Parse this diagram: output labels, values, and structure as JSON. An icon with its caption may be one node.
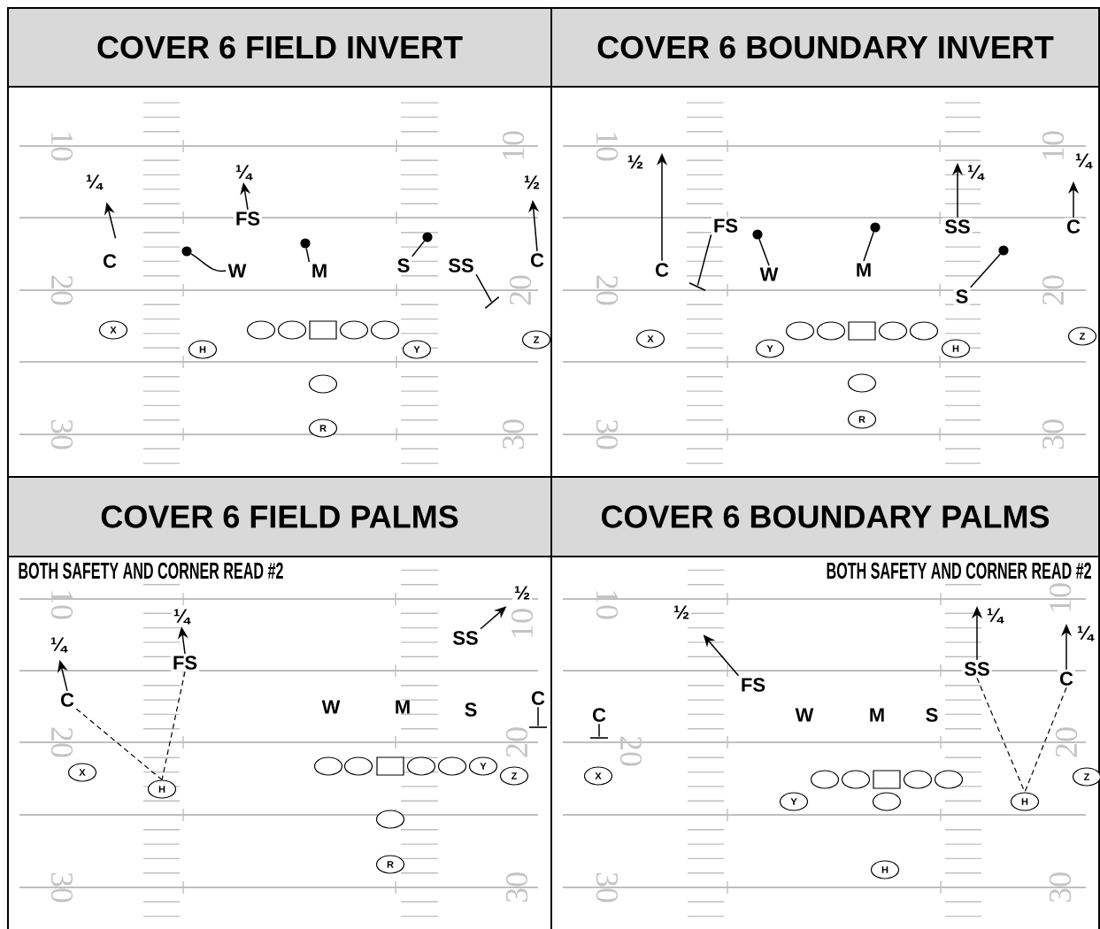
{
  "diagram": {
    "nodes": [
      {
        "text": [
          "COVER 6 FIELD INVERT"
        ]
      },
      {
        "text": [
          "C"
        ],
        "in": 0
      },
      {
        "text": [
          "FS"
        ],
        "in": 0
      },
      {
        "text": [
          "W"
        ],
        "in": 0
      },
      {
        "text": [
          "M"
        ],
        "in": 0
      },
      {
        "text": [
          "S"
        ],
        "in": 0
      },
      {
        "text": [
          "SS"
        ],
        "in": 0
      },
      {
        "text": [
          "C"
        ],
        "in": 0
      },
      {
        "text": [
          "X"
        ],
        "in": 0
      },
      {
        "text": [
          "H"
        ],
        "in": 0
      },
      {
        "text": [],
        "shape": "oval",
        "in": 0
      },
      {
        "text": [],
        "shape": "oval",
        "in": 0
      },
      {
        "text": [],
        "shape": "box",
        "in": 0
      },
      {
        "text": [],
        "shape": "oval",
        "in": 0
      },
      {
        "text": [],
        "shape": "oval",
        "in": 0
      },
      {
        "text": [
          "Y"
        ],
        "in": 0
      },
      {
        "text": [
          "Z"
        ],
        "in": 0
      },
      {
        "text": [],
        "shape": "oval",
        "in": 0
      },
      {
        "text": [
          "R"
        ],
        "in": 0
      },
      {
        "text": [
          "COVER 6 BOUNDARY INVERT"
        ]
      },
      {
        "text": [
          "C"
        ],
        "in": 19
      },
      {
        "text": [
          "FS"
        ],
        "in": 19
      },
      {
        "text": [
          "W"
        ],
        "in": 19
      },
      {
        "text": [
          "M"
        ],
        "in": 19
      },
      {
        "text": [
          "SS"
        ],
        "in": 19
      },
      {
        "text": [
          "C"
        ],
        "in": 19
      },
      {
        "text": [
          "S"
        ],
        "in": 19
      },
      {
        "text": [
          "X"
        ],
        "in": 19
      },
      {
        "text": [
          "Y"
        ],
        "in": 19
      },
      {
        "text": [],
        "shape": "oval",
        "in": 19
      },
      {
        "text": [],
        "shape": "oval",
        "in": 19
      },
      {
        "text": [],
        "shape": "box",
        "in": 19
      },
      {
        "text": [],
        "shape": "oval",
        "in": 19
      },
      {
        "text": [],
        "shape": "oval",
        "in": 19
      },
      {
        "text": [
          "H"
        ],
        "in": 19
      },
      {
        "text": [
          "Z"
        ],
        "in": 19
      },
      {
        "text": [],
        "shape": "oval",
        "in": 19
      },
      {
        "text": [
          "R"
        ],
        "in": 19
      },
      {
        "text": [
          "COVER 6 FIELD PALMS",
          "BOTH SAFETY AND CORNER READ #2"
        ]
      },
      {
        "text": [
          "FS"
        ],
        "in": 38
      },
      {
        "text": [
          "SS"
        ],
        "in": 38
      },
      {
        "text": [
          "C"
        ],
        "in": 38
      },
      {
        "text": [
          "C"
        ],
        "in": 38
      },
      {
        "text": [
          "X"
        ],
        "in": 38
      },
      {
        "text": [
          "H"
        ],
        "in": 38
      },
      {
        "text": [],
        "shape": "oval",
        "in": 38
      },
      {
        "text": [],
        "shape": "oval",
        "in": 38
      },
      {
        "text": [],
        "shape": "box",
        "in": 38
      },
      {
        "text": [],
        "shape": "oval",
        "in": 38
      },
      {
        "text": [],
        "shape": "oval",
        "in": 38
      },
      {
        "text": [
          "Y"
        ],
        "in": 38
      },
      {
        "text": [
          "Z"
        ],
        "in": 38
      },
      {
        "text": [],
        "shape": "oval",
        "in": 38
      },
      {
        "text": [
          "R"
        ],
        "in": 38
      },
      {
        "text": [
          "COVER 6 BOUNDARY PALMS",
          "BOTH SAFETY AND CORNER READ #2"
        ]
      },
      {
        "text": [
          "FS"
        ],
        "in": 54
      },
      {
        "text": [
          "SS"
        ],
        "in": 54
      },
      {
        "text": [
          "C"
        ],
        "in": 54
      },
      {
        "text": [
          "C"
        ],
        "in": 54
      },
      {
        "text": [
          "X"
        ],
        "in": 54
      },
      {
        "text": [],
        "shape": "oval",
        "in": 54
      },
      {
        "text": [],
        "shape": "oval",
        "in": 54
      },
      {
        "text": [],
        "shape": "box",
        "in": 54
      },
      {
        "text": [],
        "shape": "oval",
        "in": 54
      },
      {
        "text": [],
        "shape": "oval",
        "in": 54
      },
      {
        "text": [
          "Z"
        ],
        "in": 54
      },
      {
        "text": [
          "Y"
        ],
        "in": 54
      },
      {
        "text": [],
        "shape": "oval",
        "in": 54
      },
      {
        "text": [
          "H"
        ],
        "in": 54
      },
      {
        "text": [
          "H"
        ],
        "in": 54
      },
      {
        "text": [
          "¼"
        ],
        "in": 0
      },
      {
        "text": [
          "¼"
        ],
        "in": 0
      },
      {
        "text": [
          "½"
        ],
        "in": 0
      },
      {
        "text": [
          "½"
        ],
        "in": 19
      },
      {
        "text": [
          "¼"
        ],
        "in": 19
      },
      {
        "text": [
          "¼"
        ],
        "in": 19
      },
      {
        "text": [
          "¼"
        ],
        "in": 38
      },
      {
        "text": [
          "¼"
        ],
        "in": 38
      },
      {
        "text": [
          "½"
        ],
        "in": 38
      },
      {
        "text": [
          "½"
        ],
        "in": 54
      },
      {
        "text": [
          "¼"
        ],
        "in": 54
      },
      {
        "text": [
          "¼"
        ],
        "in": 54
      },
      {
        "text": [],
        "shape": "dot",
        "in": 0
      },
      {
        "text": [],
        "shape": "dot",
        "in": 0
      },
      {
        "text": [],
        "shape": "dot",
        "in": 0
      },
      {
        "text": [],
        "shape": "dot",
        "in": 19
      },
      {
        "text": [],
        "shape": "dot",
        "in": 19
      },
      {
        "text": [],
        "shape": "dot",
        "in": 19
      },
      {
        "text": [],
        "shape": "bar",
        "in": 0
      },
      {
        "text": [],
        "shape": "bar",
        "in": 19
      },
      {
        "text": [],
        "shape": "bar",
        "in": 38
      },
      {
        "text": [],
        "shape": "bar",
        "in": 54
      }
    ],
    "edges": [
      {
        "from": 1,
        "to": 70,
        "arrow": "to"
      },
      {
        "from": 2,
        "to": 71,
        "arrow": "to"
      },
      {
        "from": 3,
        "to": 82,
        "arrow": "none"
      },
      {
        "from": 4,
        "to": 83,
        "arrow": "none"
      },
      {
        "from": 5,
        "to": 84,
        "arrow": "none"
      },
      {
        "from": 6,
        "to": 88,
        "arrow": "none"
      },
      {
        "from": 7,
        "to": 72,
        "arrow": "to"
      },
      {
        "from": 20,
        "to": 73,
        "arrow": "to"
      },
      {
        "from": 21,
        "to": 89,
        "arrow": "none"
      },
      {
        "from": 22,
        "to": 85,
        "arrow": "none"
      },
      {
        "from": 23,
        "to": 86,
        "arrow": "none"
      },
      {
        "from": 24,
        "to": 74,
        "arrow": "to"
      },
      {
        "from": 25,
        "to": 75,
        "arrow": "to"
      },
      {
        "from": 26,
        "to": 87,
        "arrow": "none"
      },
      {
        "from": 41,
        "to": 76,
        "arrow": "to"
      },
      {
        "from": 39,
        "to": 77,
        "arrow": "to"
      },
      {
        "from": 40,
        "to": 78,
        "arrow": "to"
      },
      {
        "from": 42,
        "to": 90,
        "arrow": "none"
      },
      {
        "from": 41,
        "to": 44,
        "arrow": "none",
        "style": "dashed"
      },
      {
        "from": 39,
        "to": 44,
        "arrow": "none",
        "style": "dashed"
      },
      {
        "from": 55,
        "to": 79,
        "arrow": "to"
      },
      {
        "from": 56,
        "to": 80,
        "arrow": "to"
      },
      {
        "from": 57,
        "to": 81,
        "arrow": "to"
      },
      {
        "from": 58,
        "to": 91,
        "arrow": "none"
      },
      {
        "from": 56,
        "to": 68,
        "arrow": "none",
        "style": "dashed"
      },
      {
        "from": 57,
        "to": 68,
        "arrow": "none",
        "style": "dashed"
      }
    ],
    "labels": [
      "10",
      "10",
      "20",
      "20",
      "30",
      "30",
      "10",
      "10",
      "20",
      "20",
      "30",
      "30",
      "W",
      "M",
      "S",
      "10",
      "10",
      "20",
      "20",
      "30",
      "30",
      "W",
      "M",
      "S",
      "10",
      "10",
      "20",
      "20",
      "30",
      "30"
    ]
  }
}
